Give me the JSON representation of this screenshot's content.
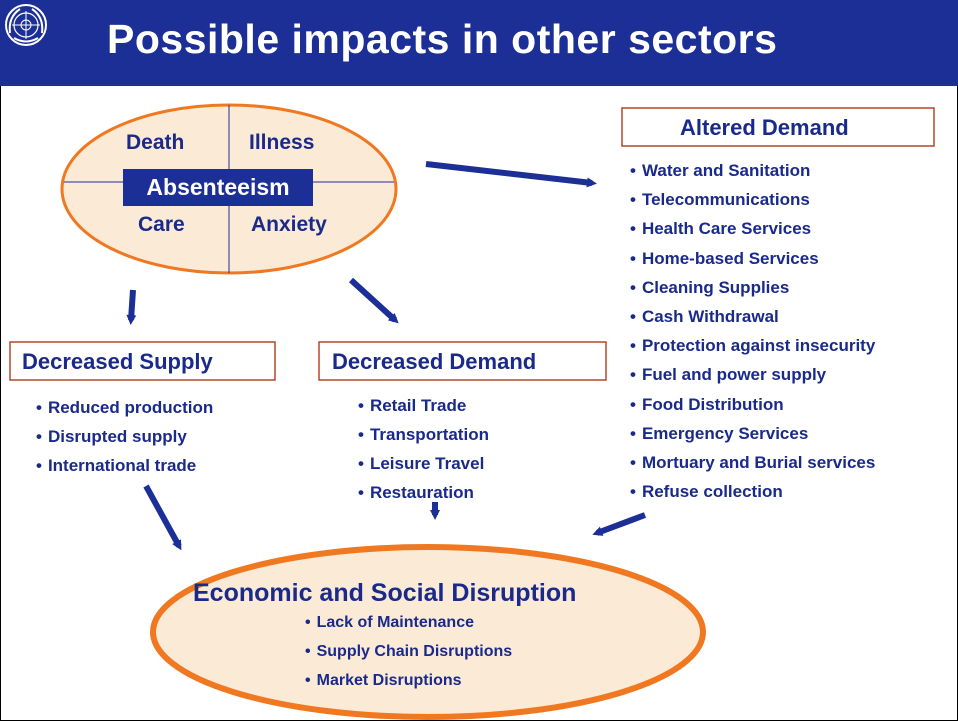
{
  "title": "Possible impacts in other sectors",
  "logo_icon": "un-emblem-icon",
  "core": {
    "top_left": "Death",
    "top_right": "Illness",
    "center": "Absenteeism",
    "bottom_left": "Care",
    "bottom_right": "Anxiety"
  },
  "altered_demand": {
    "label": "Altered Demand",
    "items": [
      "Water and Sanitation",
      "Telecommunications",
      "Health Care Services",
      "Home-based Services",
      "Cleaning Supplies",
      "Cash Withdrawal",
      "Protection against insecurity",
      "Fuel and power supply",
      "Food Distribution",
      "Emergency Services",
      "Mortuary and Burial services",
      "Refuse collection"
    ]
  },
  "decreased_supply": {
    "label": "Decreased Supply",
    "items": [
      "Reduced production",
      "Disrupted supply",
      "International trade"
    ]
  },
  "decreased_demand": {
    "label": "Decreased Demand",
    "items": [
      "Retail Trade",
      "Transportation",
      "Leisure Travel",
      "Restauration"
    ]
  },
  "disruption": {
    "label": "Economic and Social Disruption",
    "items": [
      "Lack of Maintenance",
      "Supply Chain Disruptions",
      "Market Disruptions"
    ]
  },
  "colors": {
    "header": "#1c2f96",
    "text": "#1a2a8a",
    "ellipse_fill": "#fbead6",
    "ellipse_stroke": "#f07820",
    "box_stroke": "#b5472a",
    "arrow": "#1c2f96"
  }
}
